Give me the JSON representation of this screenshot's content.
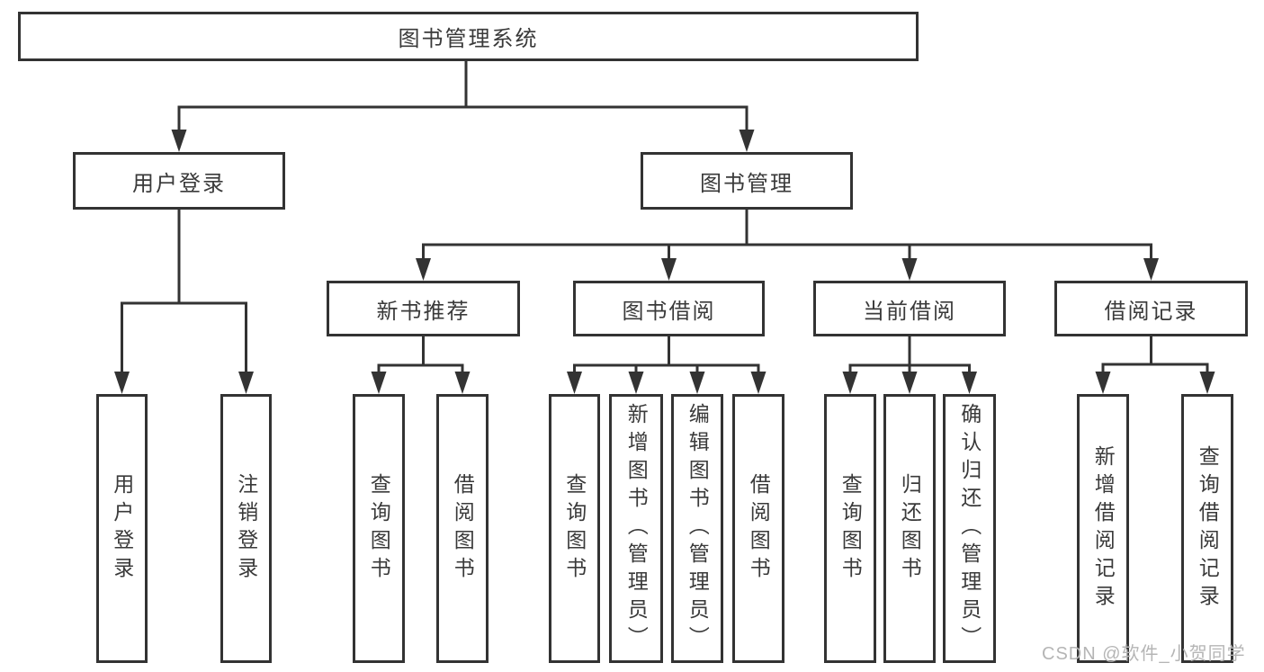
{
  "diagram": {
    "root": {
      "label": "图书管理系统",
      "children": [
        {
          "label": "用户登录",
          "children": [
            {
              "label": "用户登录"
            },
            {
              "label": "注销登录"
            }
          ]
        },
        {
          "label": "图书管理",
          "children": [
            {
              "label": "新书推荐",
              "children": [
                {
                  "label": "查询图书"
                },
                {
                  "label": "借阅图书"
                }
              ]
            },
            {
              "label": "图书借阅",
              "children": [
                {
                  "label": "查询图书"
                },
                {
                  "label": "新增图书（管理员）"
                },
                {
                  "label": "编辑图书（管理员）"
                },
                {
                  "label": "借阅图书"
                }
              ]
            },
            {
              "label": "当前借阅",
              "children": [
                {
                  "label": "查询图书"
                },
                {
                  "label": "归还图书"
                },
                {
                  "label": "确认归还（管理员）"
                }
              ]
            },
            {
              "label": "借阅记录",
              "children": [
                {
                  "label": "新增借阅记录"
                },
                {
                  "label": "查询借阅记录"
                }
              ]
            }
          ]
        }
      ]
    }
  },
  "watermark": {
    "text": "CSDN @软件_小贺同学"
  },
  "colors": {
    "line": "#333333",
    "box_border": "#333333",
    "text": "#3a3a3a",
    "watermark": "#b5b5b5",
    "background": "#ffffff"
  }
}
